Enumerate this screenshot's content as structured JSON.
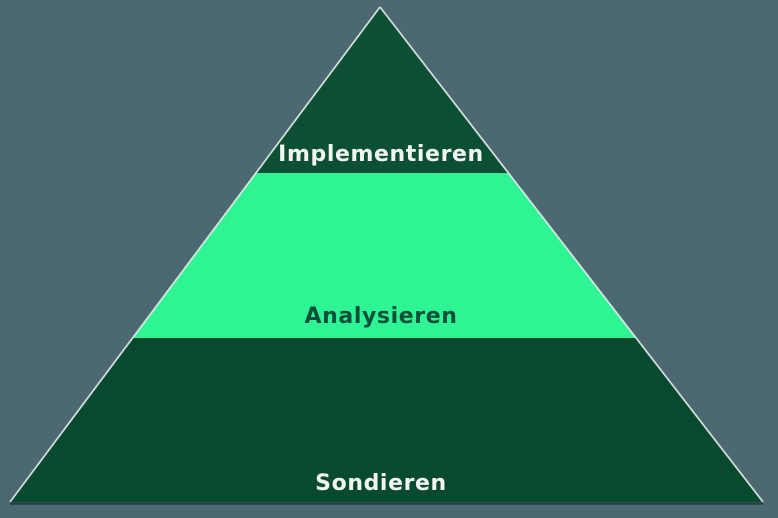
{
  "diagram": {
    "type": "pyramid",
    "background_color": "#4c6870",
    "edge_highlight_color": "#eef2f1",
    "base_shadow_color": "#1c3238",
    "tiers": [
      {
        "label": "Implementieren",
        "fill": "#0c5033",
        "text_color": "#f2f4f3"
      },
      {
        "label": "Analysieren",
        "fill": "#2ef494",
        "text_color": "#0d4f3b"
      },
      {
        "label": "Sondieren",
        "fill": "#084a2e",
        "text_color": "#f2f4f3"
      }
    ]
  }
}
